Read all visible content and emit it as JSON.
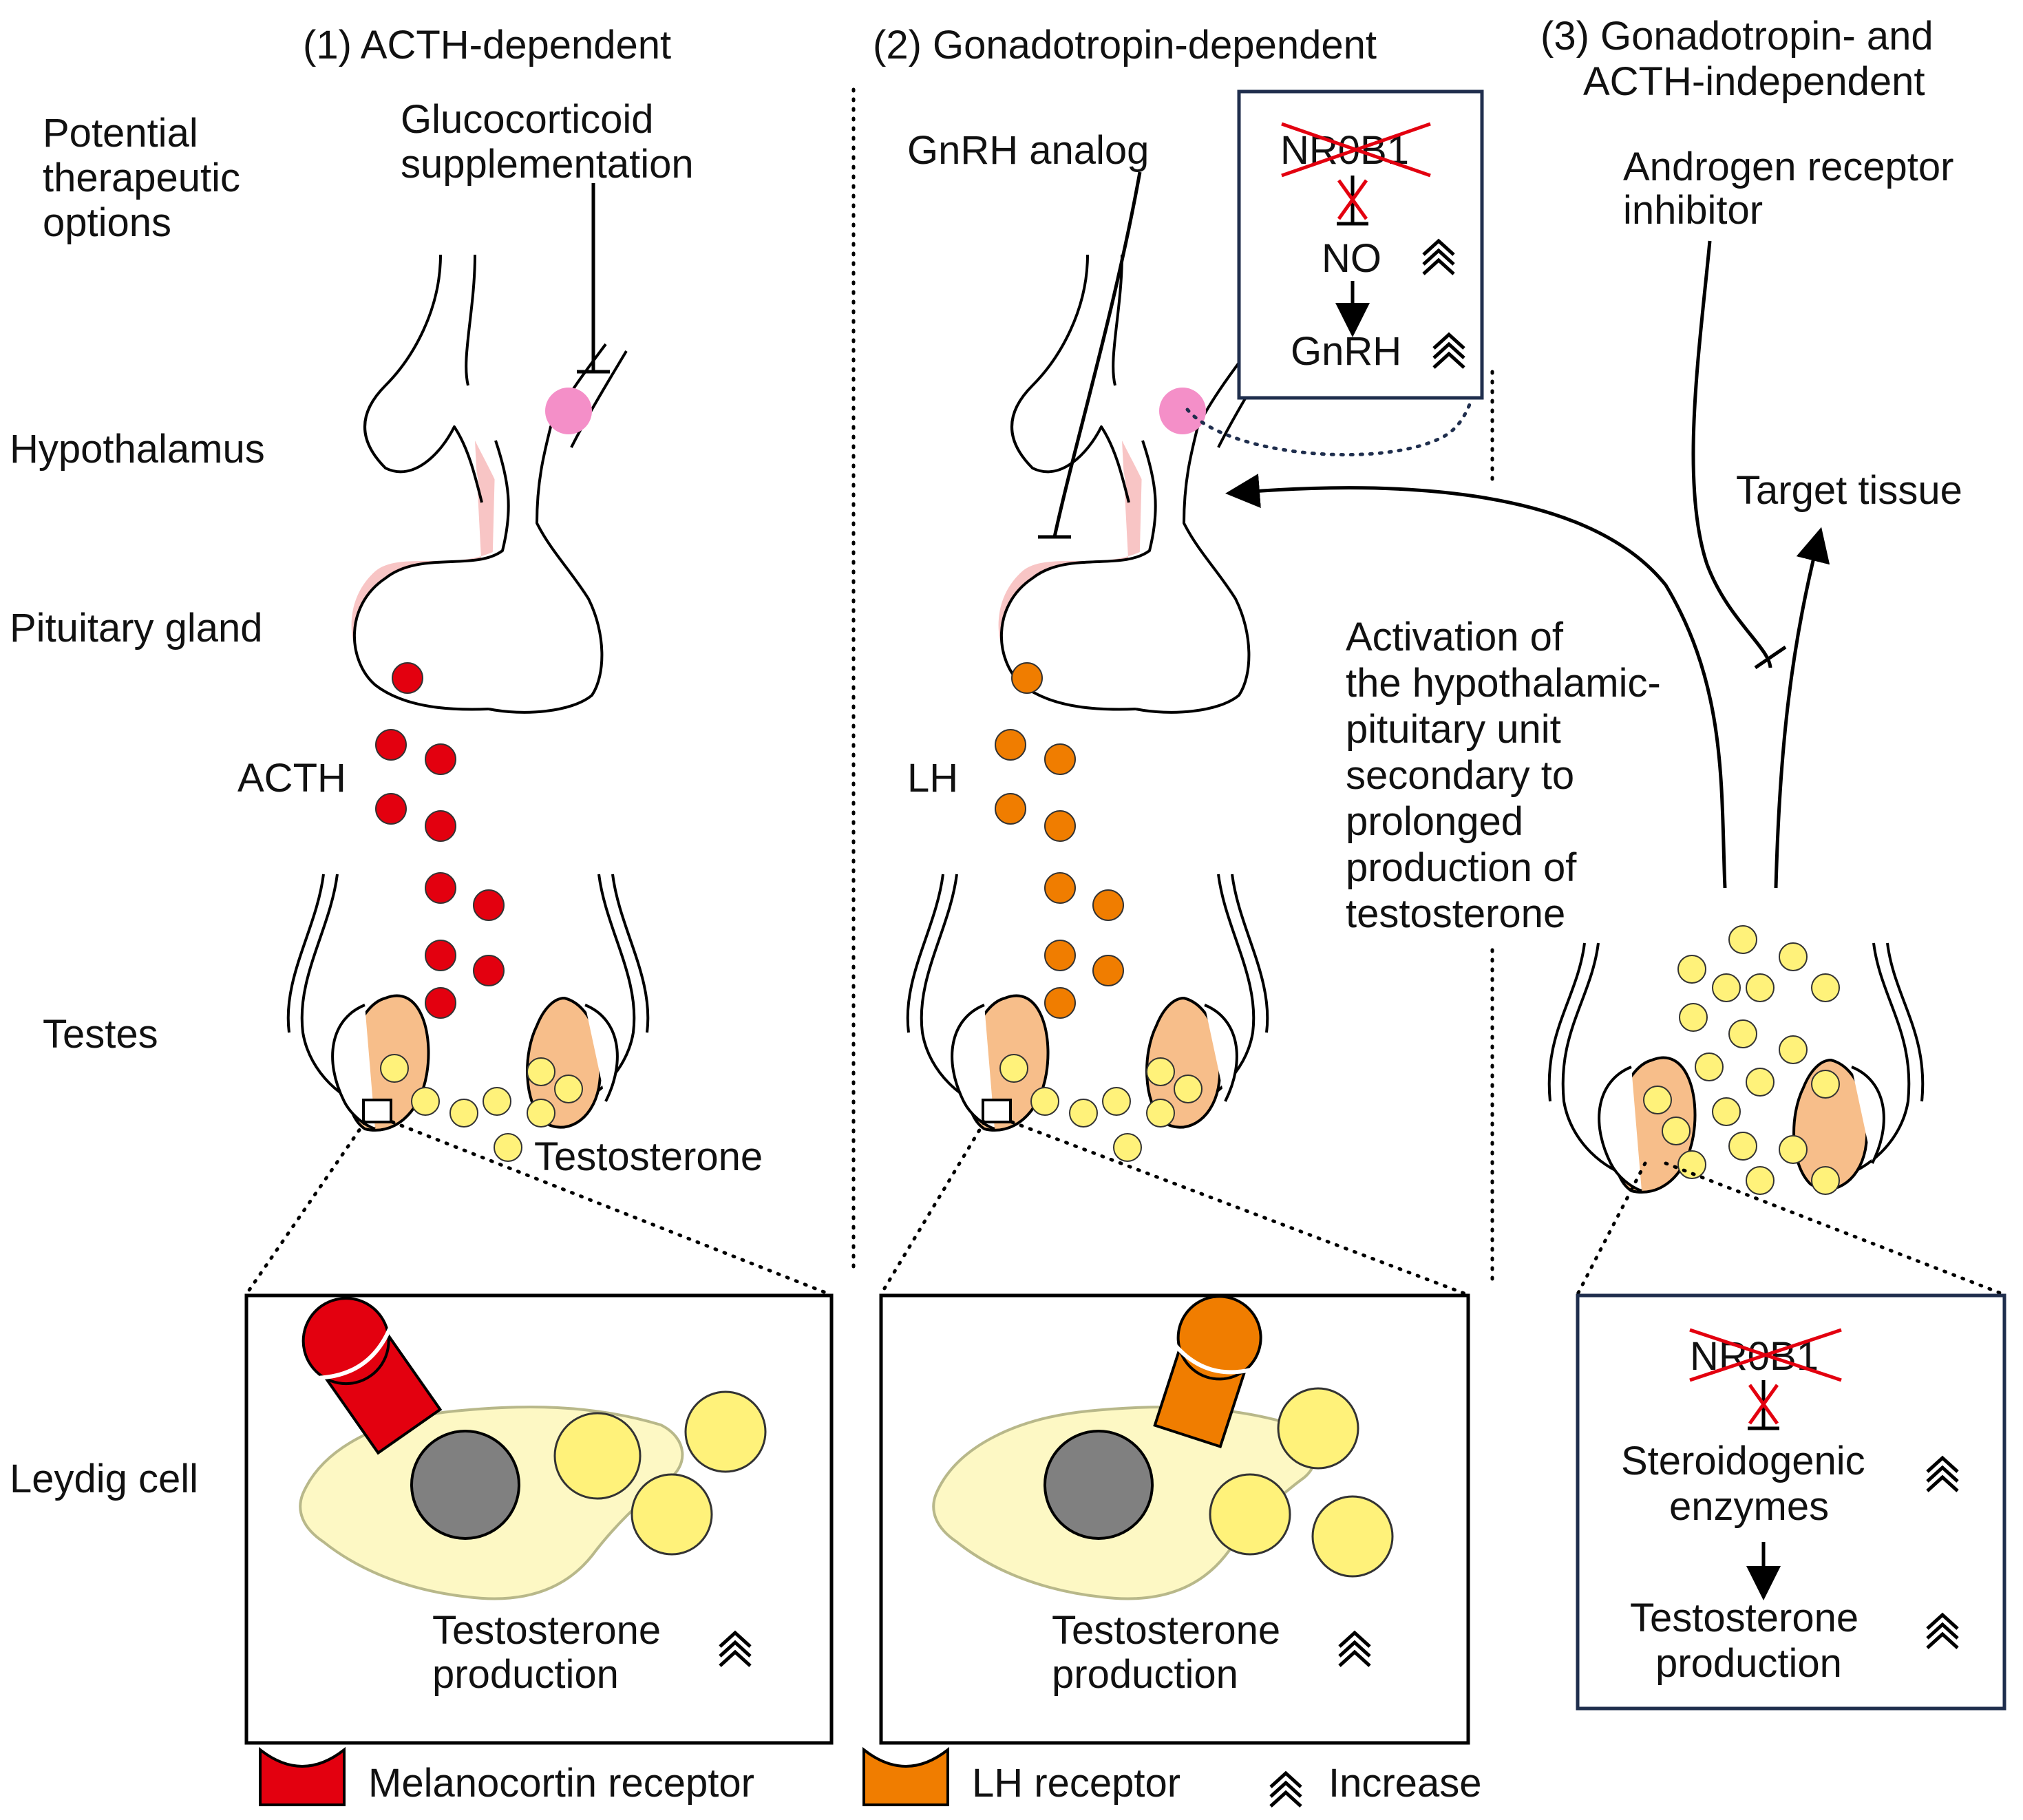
{
  "columns": {
    "acth": "(1) ACTH-dependent",
    "gonadotropin": "(2) Gonadotropin-dependent",
    "independent_line1": "(3) Gonadotropin- and",
    "independent_line2": "ACTH-independent"
  },
  "rows": {
    "therapy_line1": "Potential",
    "therapy_line2": "therapeutic",
    "therapy_line3": "options",
    "hypothalamus": "Hypothalamus",
    "pituitary": "Pituitary gland",
    "testes": "Testes",
    "leydig": "Leydig cell"
  },
  "therapies": {
    "glucocorticoid_line1": "Glucocorticoid",
    "glucocorticoid_line2": "supplementation",
    "gnrh_analog": "GnRH analog",
    "ar_inhibitor_line1": "Androgen receptor",
    "ar_inhibitor_line2": "inhibitor"
  },
  "hormones": {
    "acth": "ACTH",
    "lh": "LH",
    "testosterone": "Testosterone"
  },
  "nr0b1_box": {
    "gene": "NR0B1",
    "no": "NO",
    "gnrh": "GnRH"
  },
  "independent": {
    "target_tissue": "Target tissue",
    "activation_lines": [
      "Activation of",
      "the hypothalamic-",
      "pituitary unit",
      "secondary to",
      "prolonged",
      "production of",
      "testosterone"
    ],
    "gene": "NR0B1",
    "steroidogenic_line1": "Steroidogenic",
    "steroidogenic_line2": "enzymes",
    "testosterone_line1": "Testosterone",
    "testosterone_line2": "production"
  },
  "leydig_boxes": {
    "production_line1": "Testosterone",
    "production_line2": "production"
  },
  "legend": {
    "melanocortin": "Melanocortin receptor",
    "lh_receptor": "LH receptor",
    "increase": "Increase"
  },
  "colors": {
    "acth_red": "#e3000f",
    "lh_orange": "#f07d00",
    "testosterone_yellow": "#fff27a",
    "pituitary_pink": "#f8c5c5",
    "neuron_pink": "#f48fc8",
    "testis_tan": "#f7be8a",
    "nucleus_gray": "#808080",
    "cell_cream": "#fdf8c4",
    "navy": "#1f2e4d"
  }
}
